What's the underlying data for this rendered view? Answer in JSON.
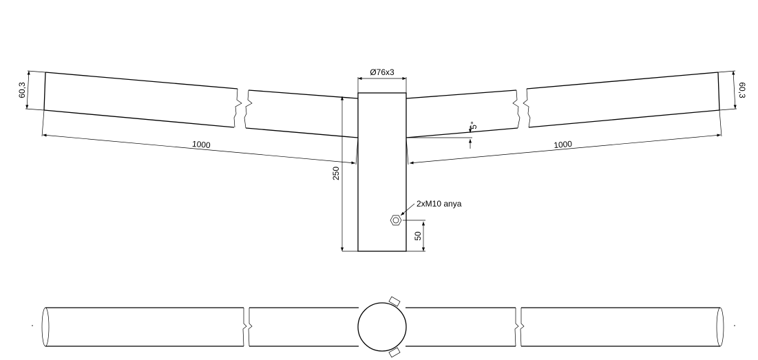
{
  "labels": {
    "post_diameter": "Ø76x3",
    "post_height": "250",
    "arm_length_left": "1000",
    "arm_length_right": "1000",
    "arm_diameter_left": "60,3",
    "arm_diameter_right": "60,3",
    "angle": "5°",
    "bolt": "2xM10 anya",
    "bolt_height": "50"
  }
}
